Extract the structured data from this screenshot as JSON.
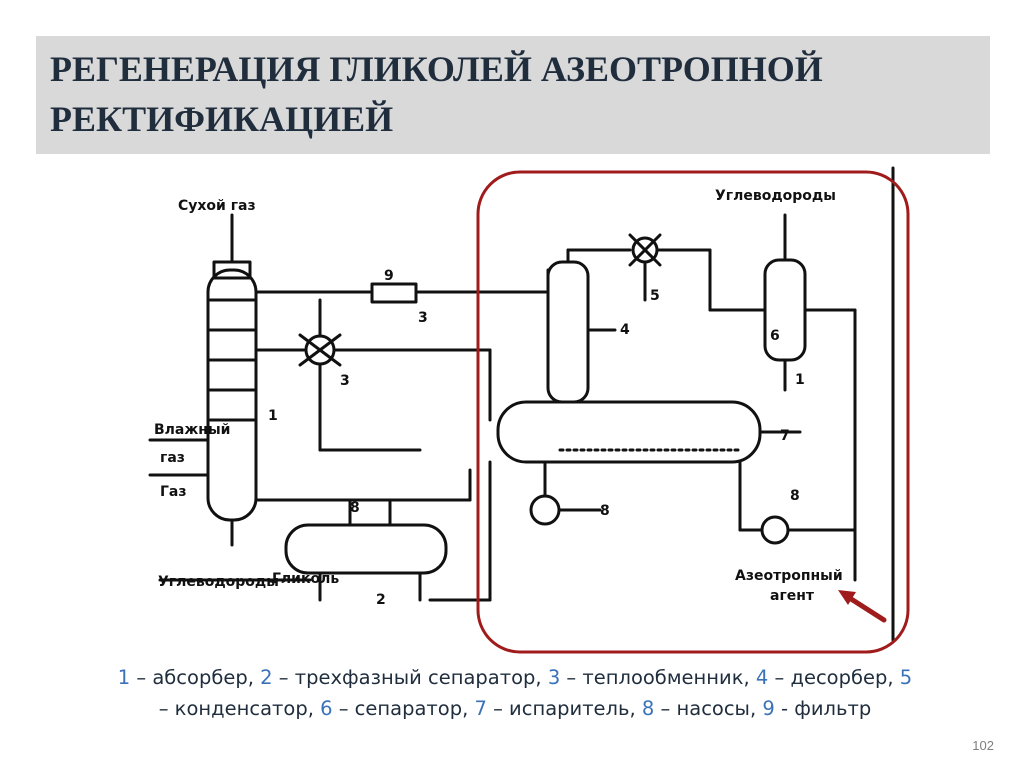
{
  "title": {
    "line1": "РЕГЕНЕРАЦИЯ ГЛИКОЛЕЙ АЗЕОТРОПНОЙ",
    "line2": "РЕКТИФИКАЦИЕЙ"
  },
  "diagram": {
    "labels": {
      "top_left": "Сухой газ",
      "top_right": "Углеводороды",
      "left_1": "Влажный",
      "left_2": "газ",
      "left_3": "Газ",
      "bottom_left": "Углеводороды",
      "bottom_right_1": "Азеотропный",
      "bottom_right_2": "агент",
      "glycol": "Гликоль",
      "num_1": "1",
      "num_2": "2",
      "num_3a": "3",
      "num_3b": "3",
      "num_4": "4",
      "num_5": "5",
      "num_6": "6",
      "num_7": "7",
      "num_8a": "8",
      "num_8b": "8",
      "num_8c": "8",
      "num_9": "9",
      "num_1b": "1"
    },
    "highlight_color": "#a01c1c",
    "line_color": "#111111"
  },
  "caption": {
    "n1": "1",
    "t1": " – абсорбер, ",
    "n2": "2",
    "t2": " – трехфазный сепаратор, ",
    "n3": "3",
    "t3": " – теплообменник, ",
    "n4": "4",
    "t4": " – десорбер, ",
    "n5": "5",
    "t5": " – конденсатор, ",
    "n6": "6",
    "t6": " – сепаратор, ",
    "n7": "7",
    "t7": " – испаритель, ",
    "n8": "8",
    "t8": " – насосы, ",
    "n9": "9",
    "t9": " - фильтр"
  },
  "page_number": "102"
}
